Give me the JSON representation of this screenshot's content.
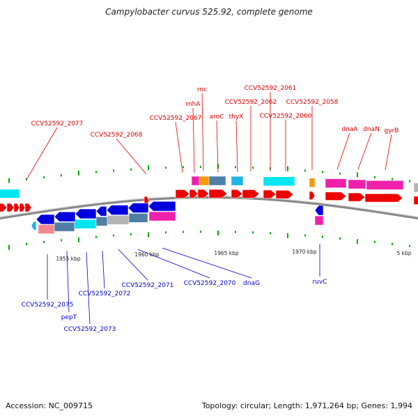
{
  "title": "Campylobacter curvus 525.92, complete genome",
  "accession": "Accession: NC_009715",
  "summary": "Topology: circular; Length: 1,971,264 bp; Genes: 1,994",
  "colors": {
    "red": "#ee0000",
    "blue": "#0000dd",
    "cyan": "#00e6f0",
    "magenta": "#ee22aa",
    "orange": "#f59a10",
    "steel": "#4f7fa6",
    "skyblue": "#20b4e6",
    "gray": "#b4b4b4",
    "pink": "#f08890",
    "topLabel": "#dd0000",
    "bottomLabel": "#0000cc",
    "tickGreen": "#00aa00"
  },
  "scaleLabels": [
    "1955 kbp",
    "1960 kbp",
    "1965 kbp",
    "1970 kbp",
    "5 kbp"
  ],
  "topLabels": [
    "CCV52592_2077",
    "CCV52592_2068",
    "rnc",
    "rnhA",
    "CCV52592_2067",
    "aroC",
    "thyX",
    "CCV52592_2061",
    "CCV52592_2062",
    "CCV52592_2060",
    "CCV52592_2058",
    "dnaA",
    "dnaN",
    "gyrB"
  ],
  "bottomLabels": [
    "CCV52592_2075",
    "pepT",
    "CCV52592_2073",
    "CCV52592_2072",
    "CCV52592_2071",
    "CCV52592_2070",
    "dnaG",
    "ruvC"
  ]
}
